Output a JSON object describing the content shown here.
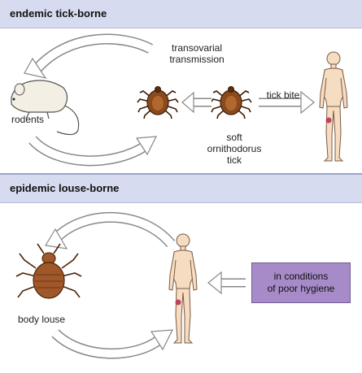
{
  "panels": {
    "top": {
      "title": "endemic tick-borne",
      "labels": {
        "transovarial": [
          "transovarial",
          "transmission"
        ],
        "rodents": "rodents",
        "tick_bite": "tick bite",
        "soft_tick": [
          "soft",
          "ornithodorus",
          "tick"
        ]
      }
    },
    "bottom": {
      "title": "epidemic louse-borne",
      "labels": {
        "body_louse": "body louse",
        "conditions": [
          "in conditions",
          "of poor hygiene"
        ]
      }
    }
  },
  "colors": {
    "header_bg": "#d6dbef",
    "tick_body": "#8a4a1c",
    "louse_body": "#a0582a",
    "callout_bg": "#a78bc9",
    "bite_mark": "#c0405f"
  },
  "icons": [
    "rat-icon",
    "tick-icon",
    "human-figure-icon",
    "louse-icon",
    "arrow-icon"
  ]
}
